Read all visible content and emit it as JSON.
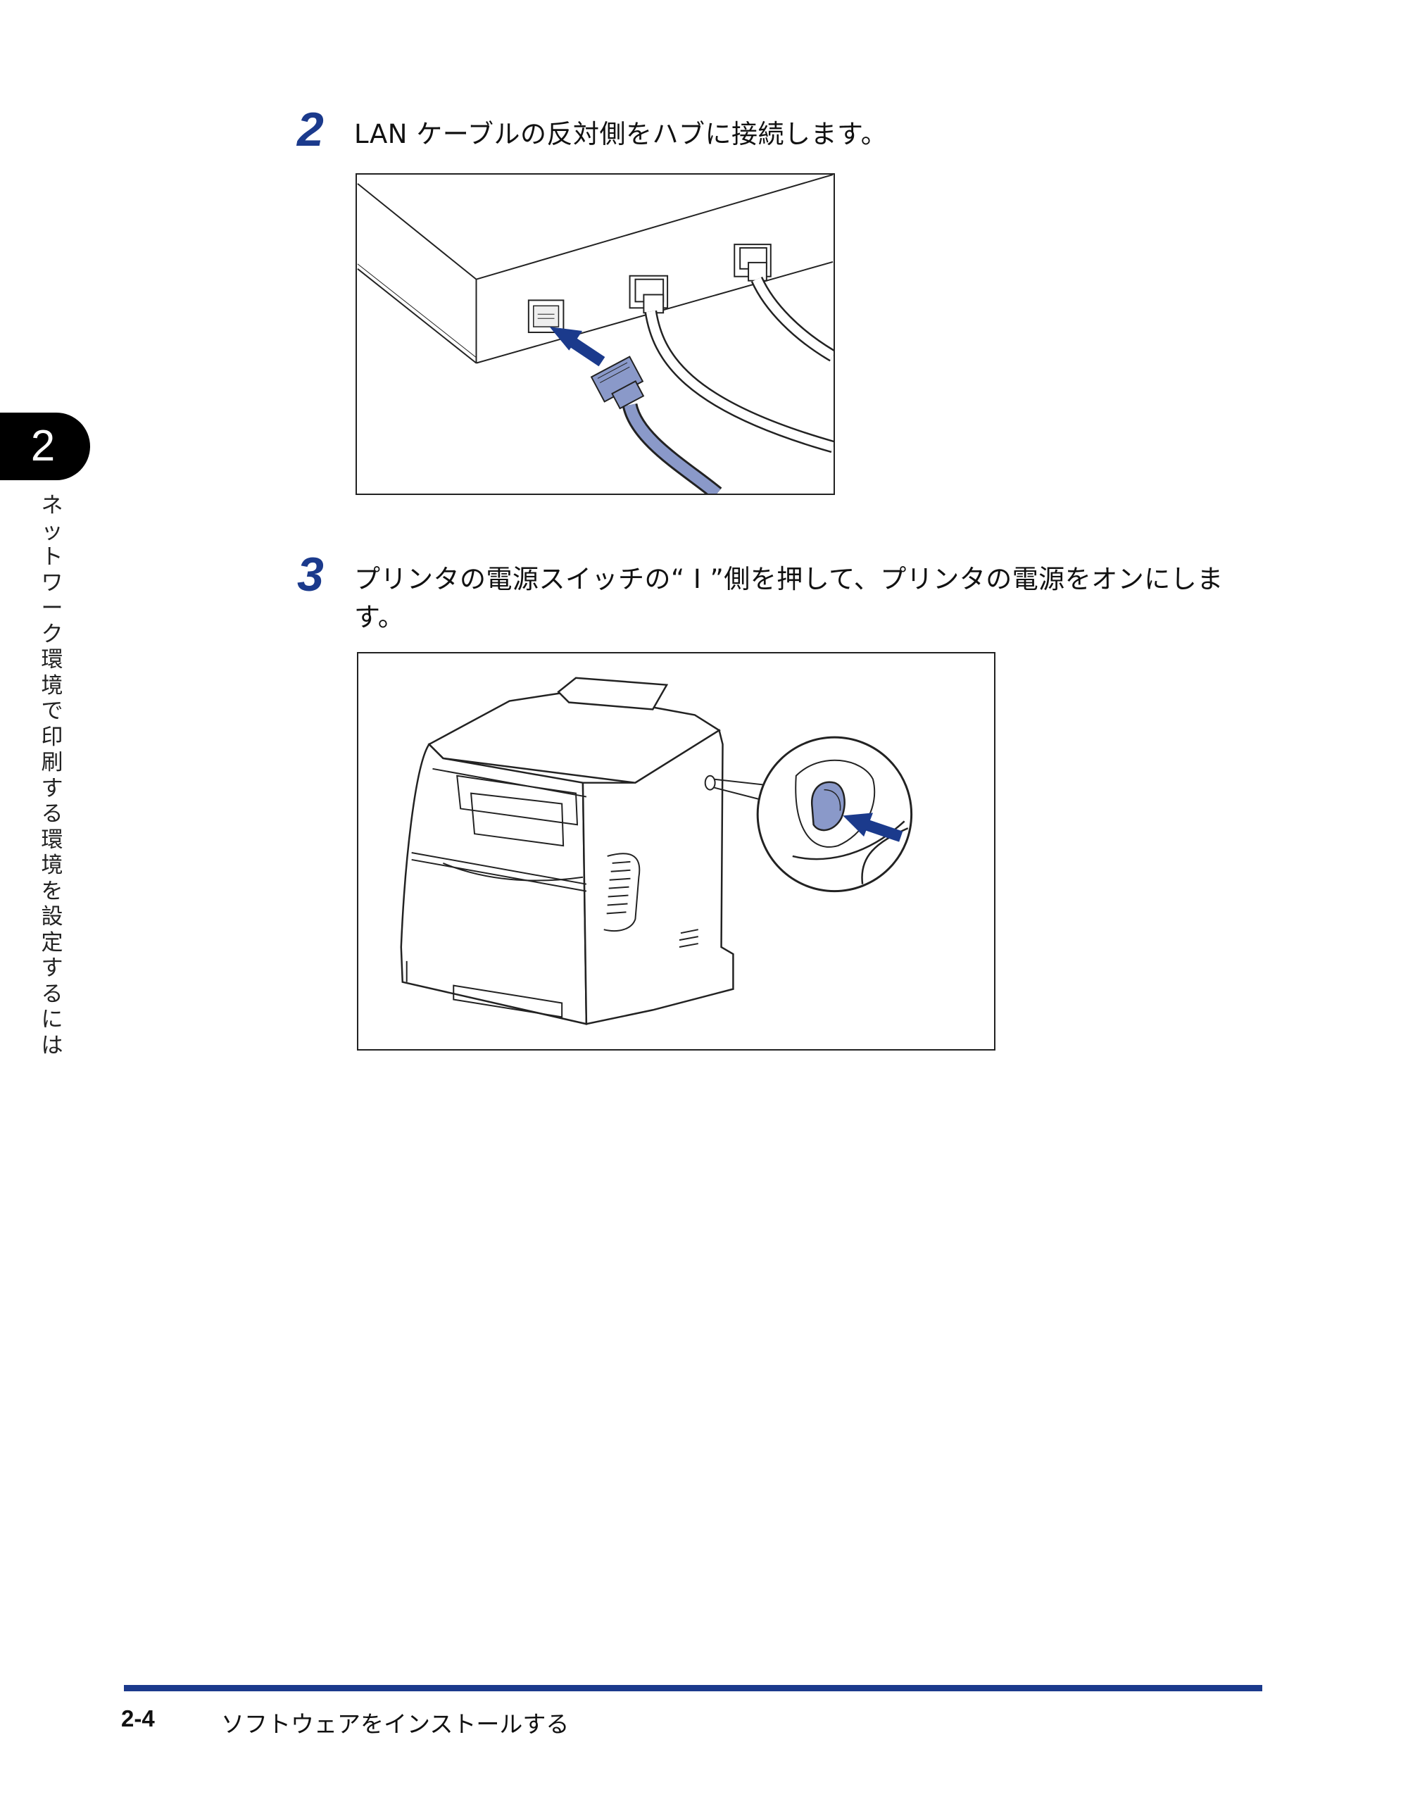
{
  "steps": [
    {
      "number": "2",
      "text": "LAN ケーブルの反対側をハブに接続します。"
    },
    {
      "number": "3",
      "text": "プリンタの電源スイッチの“ I ”側を押して、プリンタの電源をオンにします。"
    }
  ],
  "figures": [
    {
      "name": "hub-connection-figure",
      "depicts": "LAN cable plugged into hub port"
    },
    {
      "name": "printer-power-figure",
      "depicts": "Power switch on printer side being pressed"
    }
  ],
  "sidebar": {
    "chapter_number": "2",
    "chapter_title": "ネットワーク環境で印刷する環境を設定するには"
  },
  "footer": {
    "page_number": "2-4",
    "section_title": "ソフトウェアをインストールする"
  },
  "colors": {
    "accent": "#1b3a8c",
    "highlight_blue": "#8a99c9",
    "arrow_blue": "#1b3a8c"
  }
}
